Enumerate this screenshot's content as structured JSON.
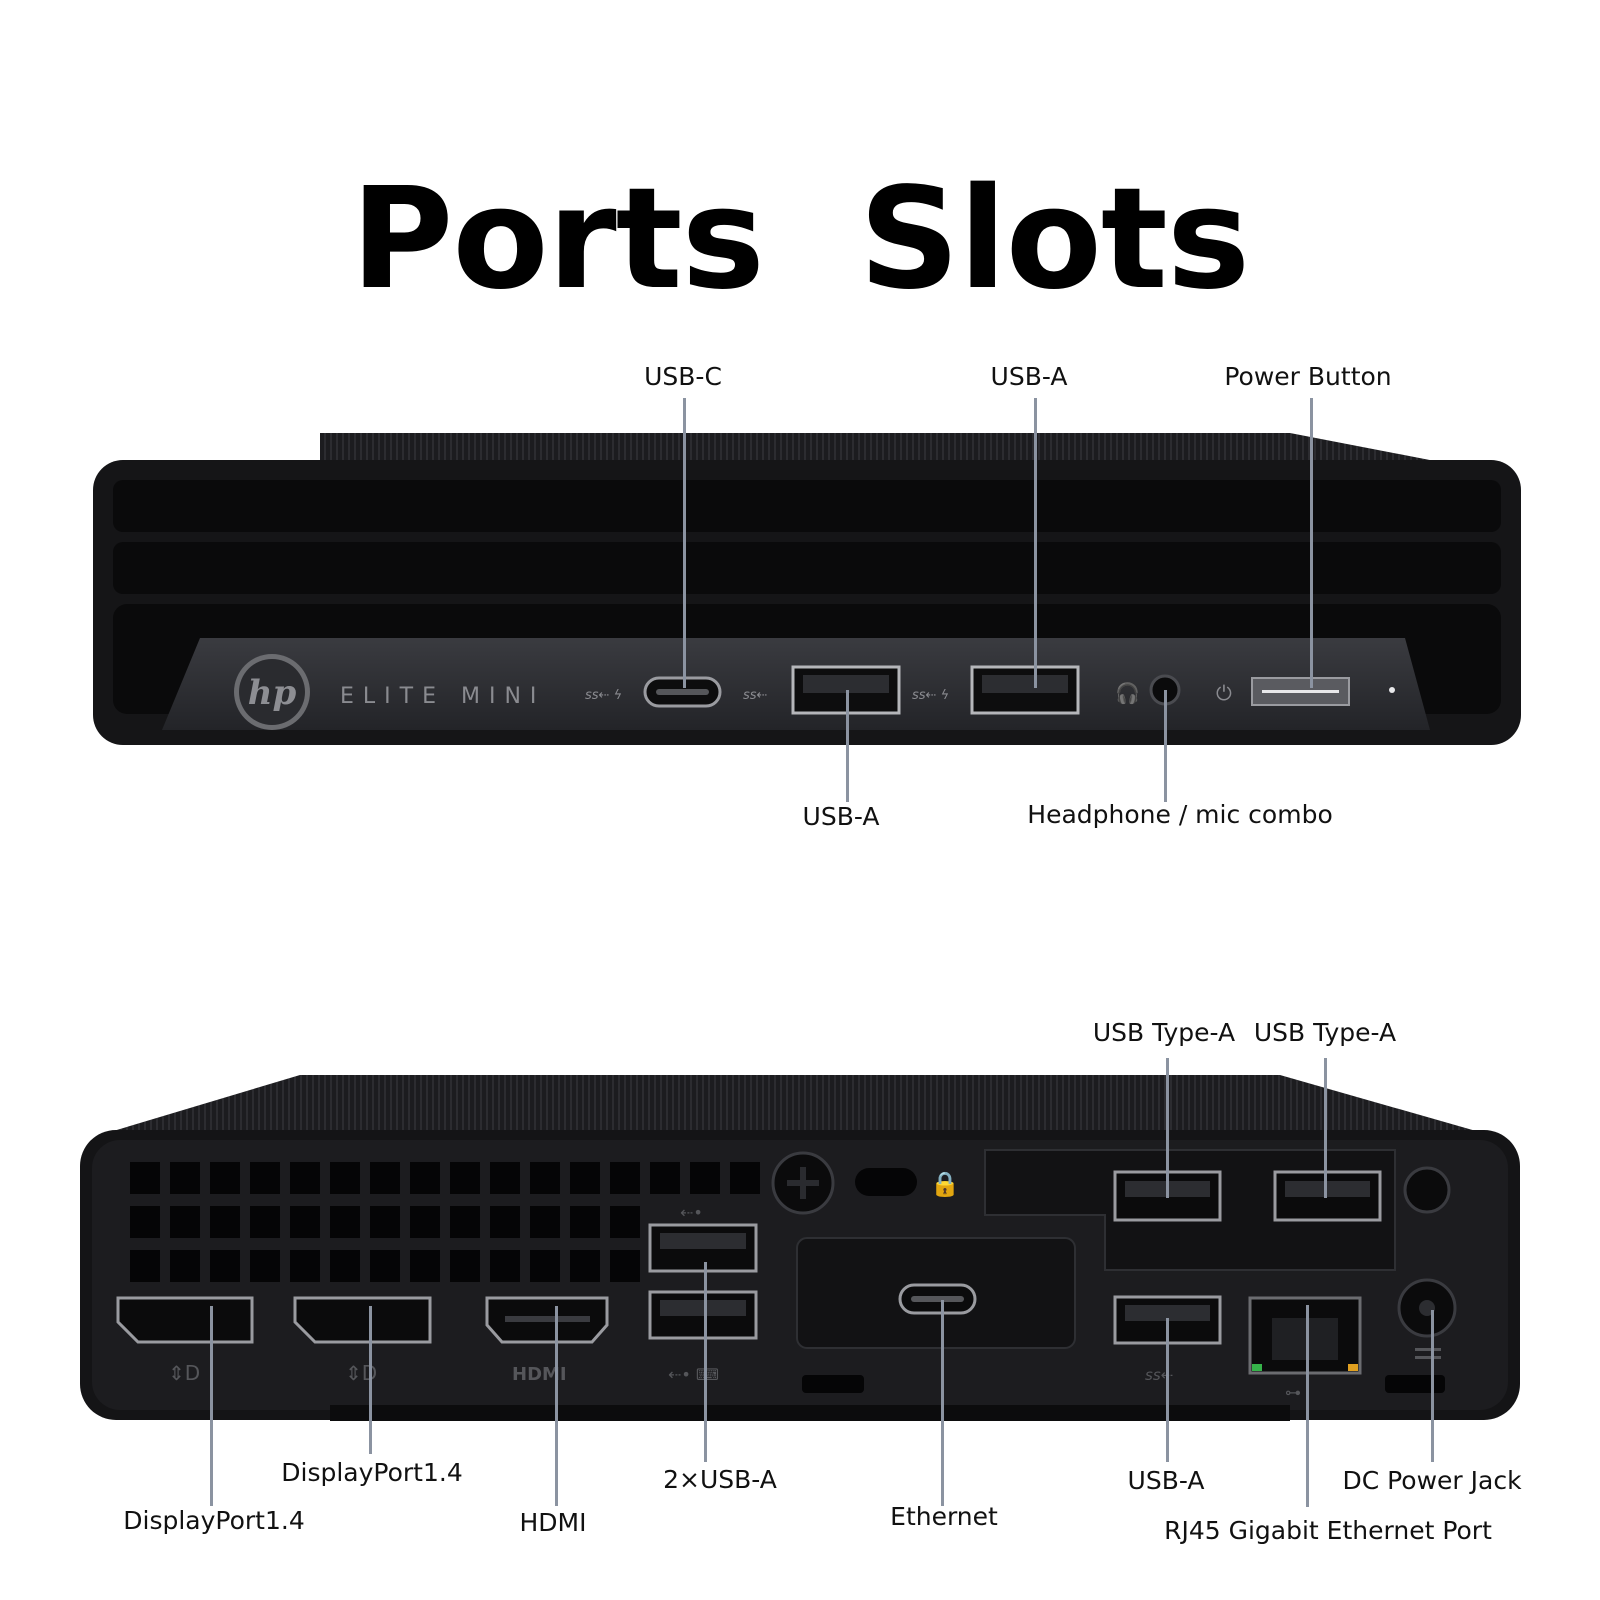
{
  "headline": {
    "word_1": "Ports",
    "word_2": "Slots"
  },
  "front": {
    "brand_text": "ELITE MINI",
    "labels": {
      "usb_c": "USB-C",
      "usb_a_top": "USB-A",
      "power_button": "Power Button",
      "usb_a_bottom": "USB-A",
      "headphone": "Headphone / mic combo"
    }
  },
  "rear": {
    "labels": {
      "usb_type_a_1": "USB Type-A",
      "usb_type_a_2": "USB Type-A",
      "displayport_1": "DisplayPort1.4",
      "displayport_2": "DisplayPort1.4",
      "hdmi": "HDMI",
      "usb_a_pair": "2×USB-A",
      "ethernet": "Ethernet",
      "usb_a": "USB-A",
      "dc_power": "DC Power Jack",
      "rj45": "RJ45 Gigabit Ethernet Port"
    }
  },
  "colors": {
    "chassis": "#1b1b1d",
    "faceplate": "#2e2f33",
    "leader_line": "#8b93a1"
  }
}
